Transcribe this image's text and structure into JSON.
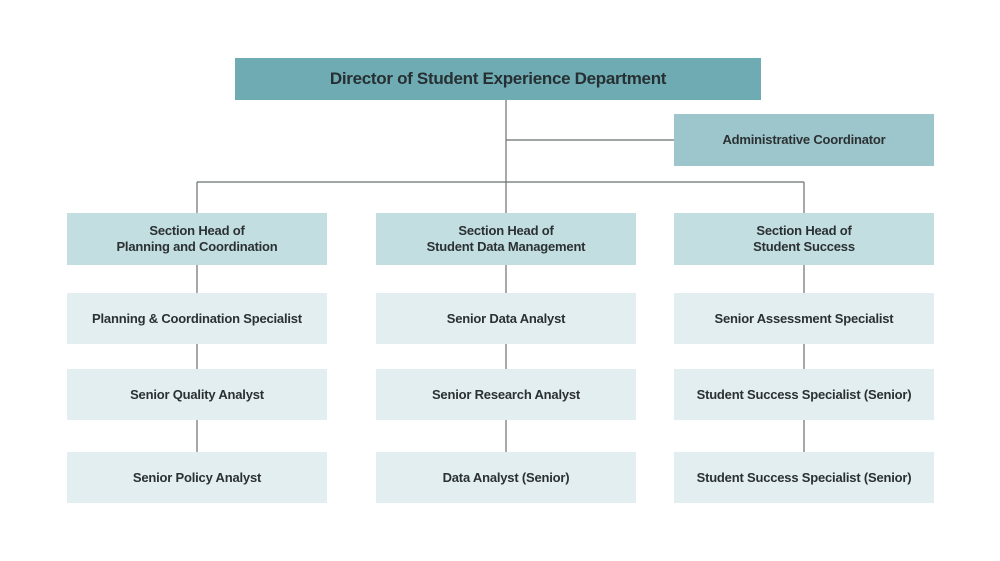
{
  "colors": {
    "director_fill": "#6fabb3",
    "coordinator_fill": "#9dc6cc",
    "section_head_fill": "#c3dee1",
    "staff_fill": "#e2eef0",
    "connector": "#6b6f70"
  },
  "director": {
    "label": "Director of Student Experience Department"
  },
  "administrative_coordinator": {
    "label": "Administrative Coordinator"
  },
  "sections": [
    {
      "head": "Section Head of\nPlanning and Coordination",
      "staff": [
        "Planning & Coordination Specialist",
        "Senior Quality Analyst",
        "Senior Policy Analyst"
      ]
    },
    {
      "head": "Section  Head of\nStudent Data Management",
      "staff": [
        "Senior Data Analyst",
        "Senior Research Analyst",
        "Data Analyst (Senior)"
      ]
    },
    {
      "head": "Section Head of\nStudent Success",
      "staff": [
        "Senior Assessment Specialist",
        "Student Success Specialist (Senior)",
        "Student Success Specialist (Senior)"
      ]
    }
  ]
}
